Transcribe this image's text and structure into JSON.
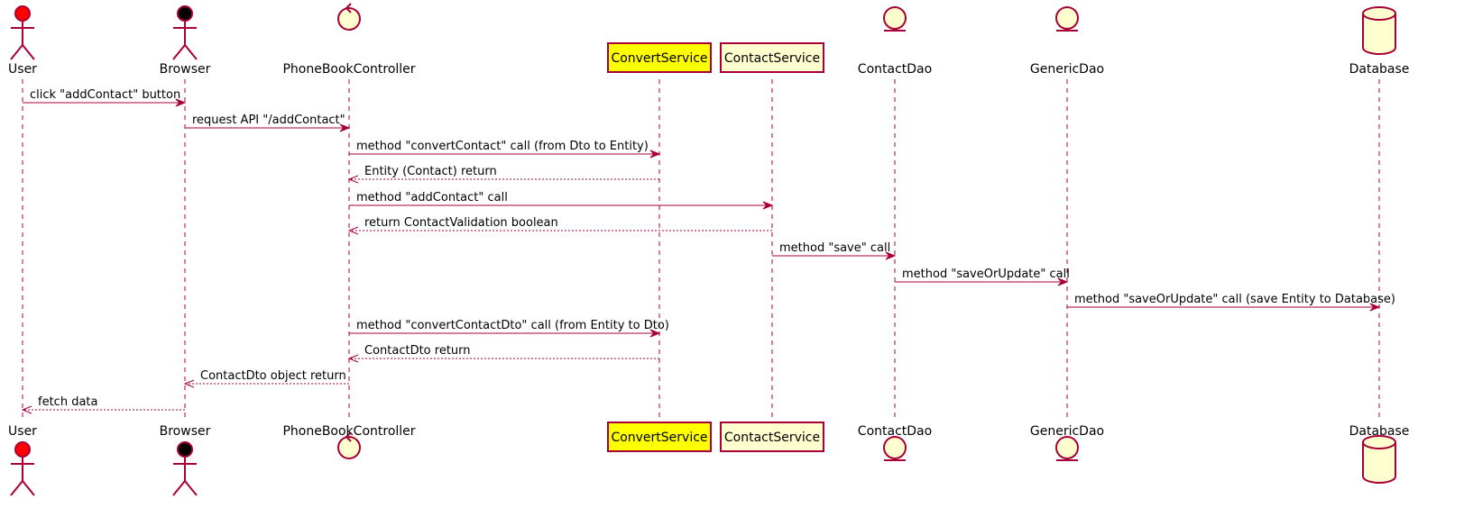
{
  "colors": {
    "line": "#a80036",
    "participant_fill": "#fefece",
    "highlight_fill": "#ffff00",
    "user_head": "#ff0000",
    "browser_head": "#000000"
  },
  "participants": [
    {
      "id": "user",
      "name": "User",
      "kind": "actor",
      "head": "#ff0000"
    },
    {
      "id": "browser",
      "name": "Browser",
      "kind": "actor",
      "head": "#000000"
    },
    {
      "id": "controller",
      "name": "PhoneBookController",
      "kind": "control"
    },
    {
      "id": "convert",
      "name": "ConvertService",
      "kind": "participant",
      "fill": "#ffff00"
    },
    {
      "id": "contactsvc",
      "name": "ContactService",
      "kind": "participant",
      "fill": "#fefece"
    },
    {
      "id": "contactdao",
      "name": "ContactDao",
      "kind": "entity"
    },
    {
      "id": "genericdao",
      "name": "GenericDao",
      "kind": "entity"
    },
    {
      "id": "database",
      "name": "Database",
      "kind": "database"
    }
  ],
  "messages": [
    {
      "from": "user",
      "to": "browser",
      "text": "click \"addContact\" button",
      "style": "solid"
    },
    {
      "from": "browser",
      "to": "controller",
      "text": "request API \"/addContact\"",
      "style": "solid"
    },
    {
      "from": "controller",
      "to": "convert",
      "text": "method \"convertContact\" call (from Dto to Entity)",
      "style": "solid"
    },
    {
      "from": "convert",
      "to": "controller",
      "text": "Entity (Contact) return",
      "style": "dashed"
    },
    {
      "from": "controller",
      "to": "contactsvc",
      "text": "method \"addContact\" call",
      "style": "solid"
    },
    {
      "from": "contactsvc",
      "to": "controller",
      "text": "return ContactValidation boolean",
      "style": "dashed"
    },
    {
      "from": "contactsvc",
      "to": "contactdao",
      "text": "method \"save\" call",
      "style": "solid"
    },
    {
      "from": "contactdao",
      "to": "genericdao",
      "text": "method \"saveOrUpdate\" call",
      "style": "solid"
    },
    {
      "from": "genericdao",
      "to": "database",
      "text": "method \"saveOrUpdate\" call (save Entity to Database)",
      "style": "solid"
    },
    {
      "from": "controller",
      "to": "convert",
      "text": "method \"convertContactDto\" call (from Entity to Dto)",
      "style": "solid"
    },
    {
      "from": "convert",
      "to": "controller",
      "text": "ContactDto return",
      "style": "dashed"
    },
    {
      "from": "controller",
      "to": "browser",
      "text": "ContactDto object return",
      "style": "dashed"
    },
    {
      "from": "browser",
      "to": "user",
      "text": "fetch data",
      "style": "dashed"
    }
  ]
}
